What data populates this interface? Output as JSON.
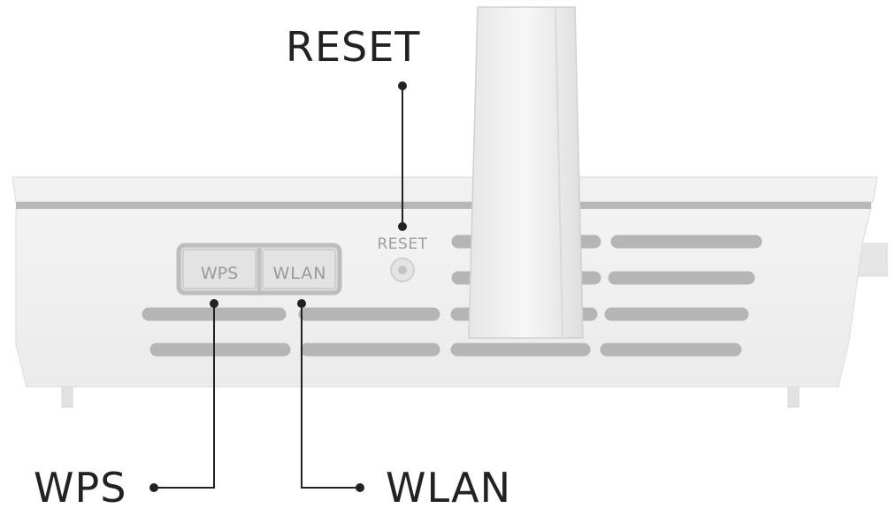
{
  "callouts": {
    "reset": "RESET",
    "wps": "WPS",
    "wlan": "WLAN"
  },
  "device": {
    "reset_label": "RESET",
    "wps_button": "WPS",
    "wlan_button": "WLAN"
  },
  "colors": {
    "body": "#efefef",
    "body_shadow": "#dcdcdc",
    "slot": "#b5b5b5",
    "leader_line": "#222222"
  }
}
